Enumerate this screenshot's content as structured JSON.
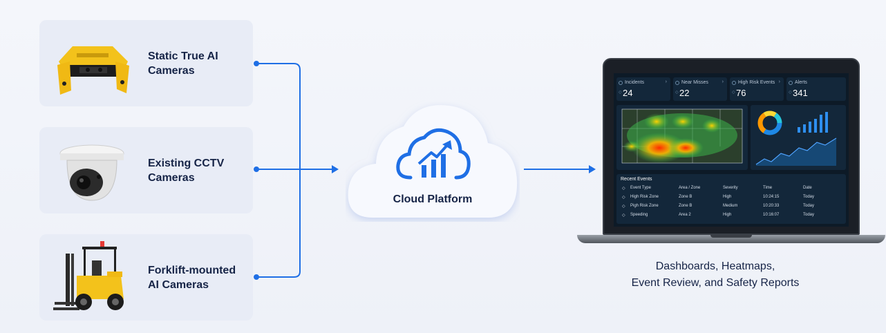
{
  "sources": [
    {
      "label": "Static True AI\nCameras",
      "icon": "static-ai-camera"
    },
    {
      "label": "Existing CCTV\nCameras",
      "icon": "cctv-dome-camera"
    },
    {
      "label": "Forklift-mounted\nAI Cameras",
      "icon": "forklift"
    }
  ],
  "cloud": {
    "label": "Cloud Platform",
    "icon": "cloud-growth-chart"
  },
  "dashboard": {
    "kpis": [
      {
        "title": "Incidents",
        "value": "24"
      },
      {
        "title": "Near Misses",
        "value": "22"
      },
      {
        "title": "High Risk Events",
        "value": "76"
      },
      {
        "title": "Alerts",
        "value": "341"
      }
    ],
    "recent_events": {
      "title": "Recent Events",
      "headers": [
        "Event Type",
        "Area / Zone",
        "Severity",
        "Time",
        "Date"
      ],
      "rows": [
        [
          "High Risk Zone",
          "Zone B",
          "High",
          "10:24:15",
          "Today"
        ],
        [
          "Pigh Risk Zone",
          "Zone B",
          "Medium",
          "10:20:33",
          "Today"
        ],
        [
          "Speeding",
          "Area 2",
          "High",
          "10:16:07",
          "Today"
        ]
      ]
    }
  },
  "caption": "Dashboards, Heatmaps,\nEvent Review, and Safety Reports",
  "colors": {
    "accent": "#1f6fe5",
    "card": "#e8ecf6",
    "text": "#162447"
  }
}
